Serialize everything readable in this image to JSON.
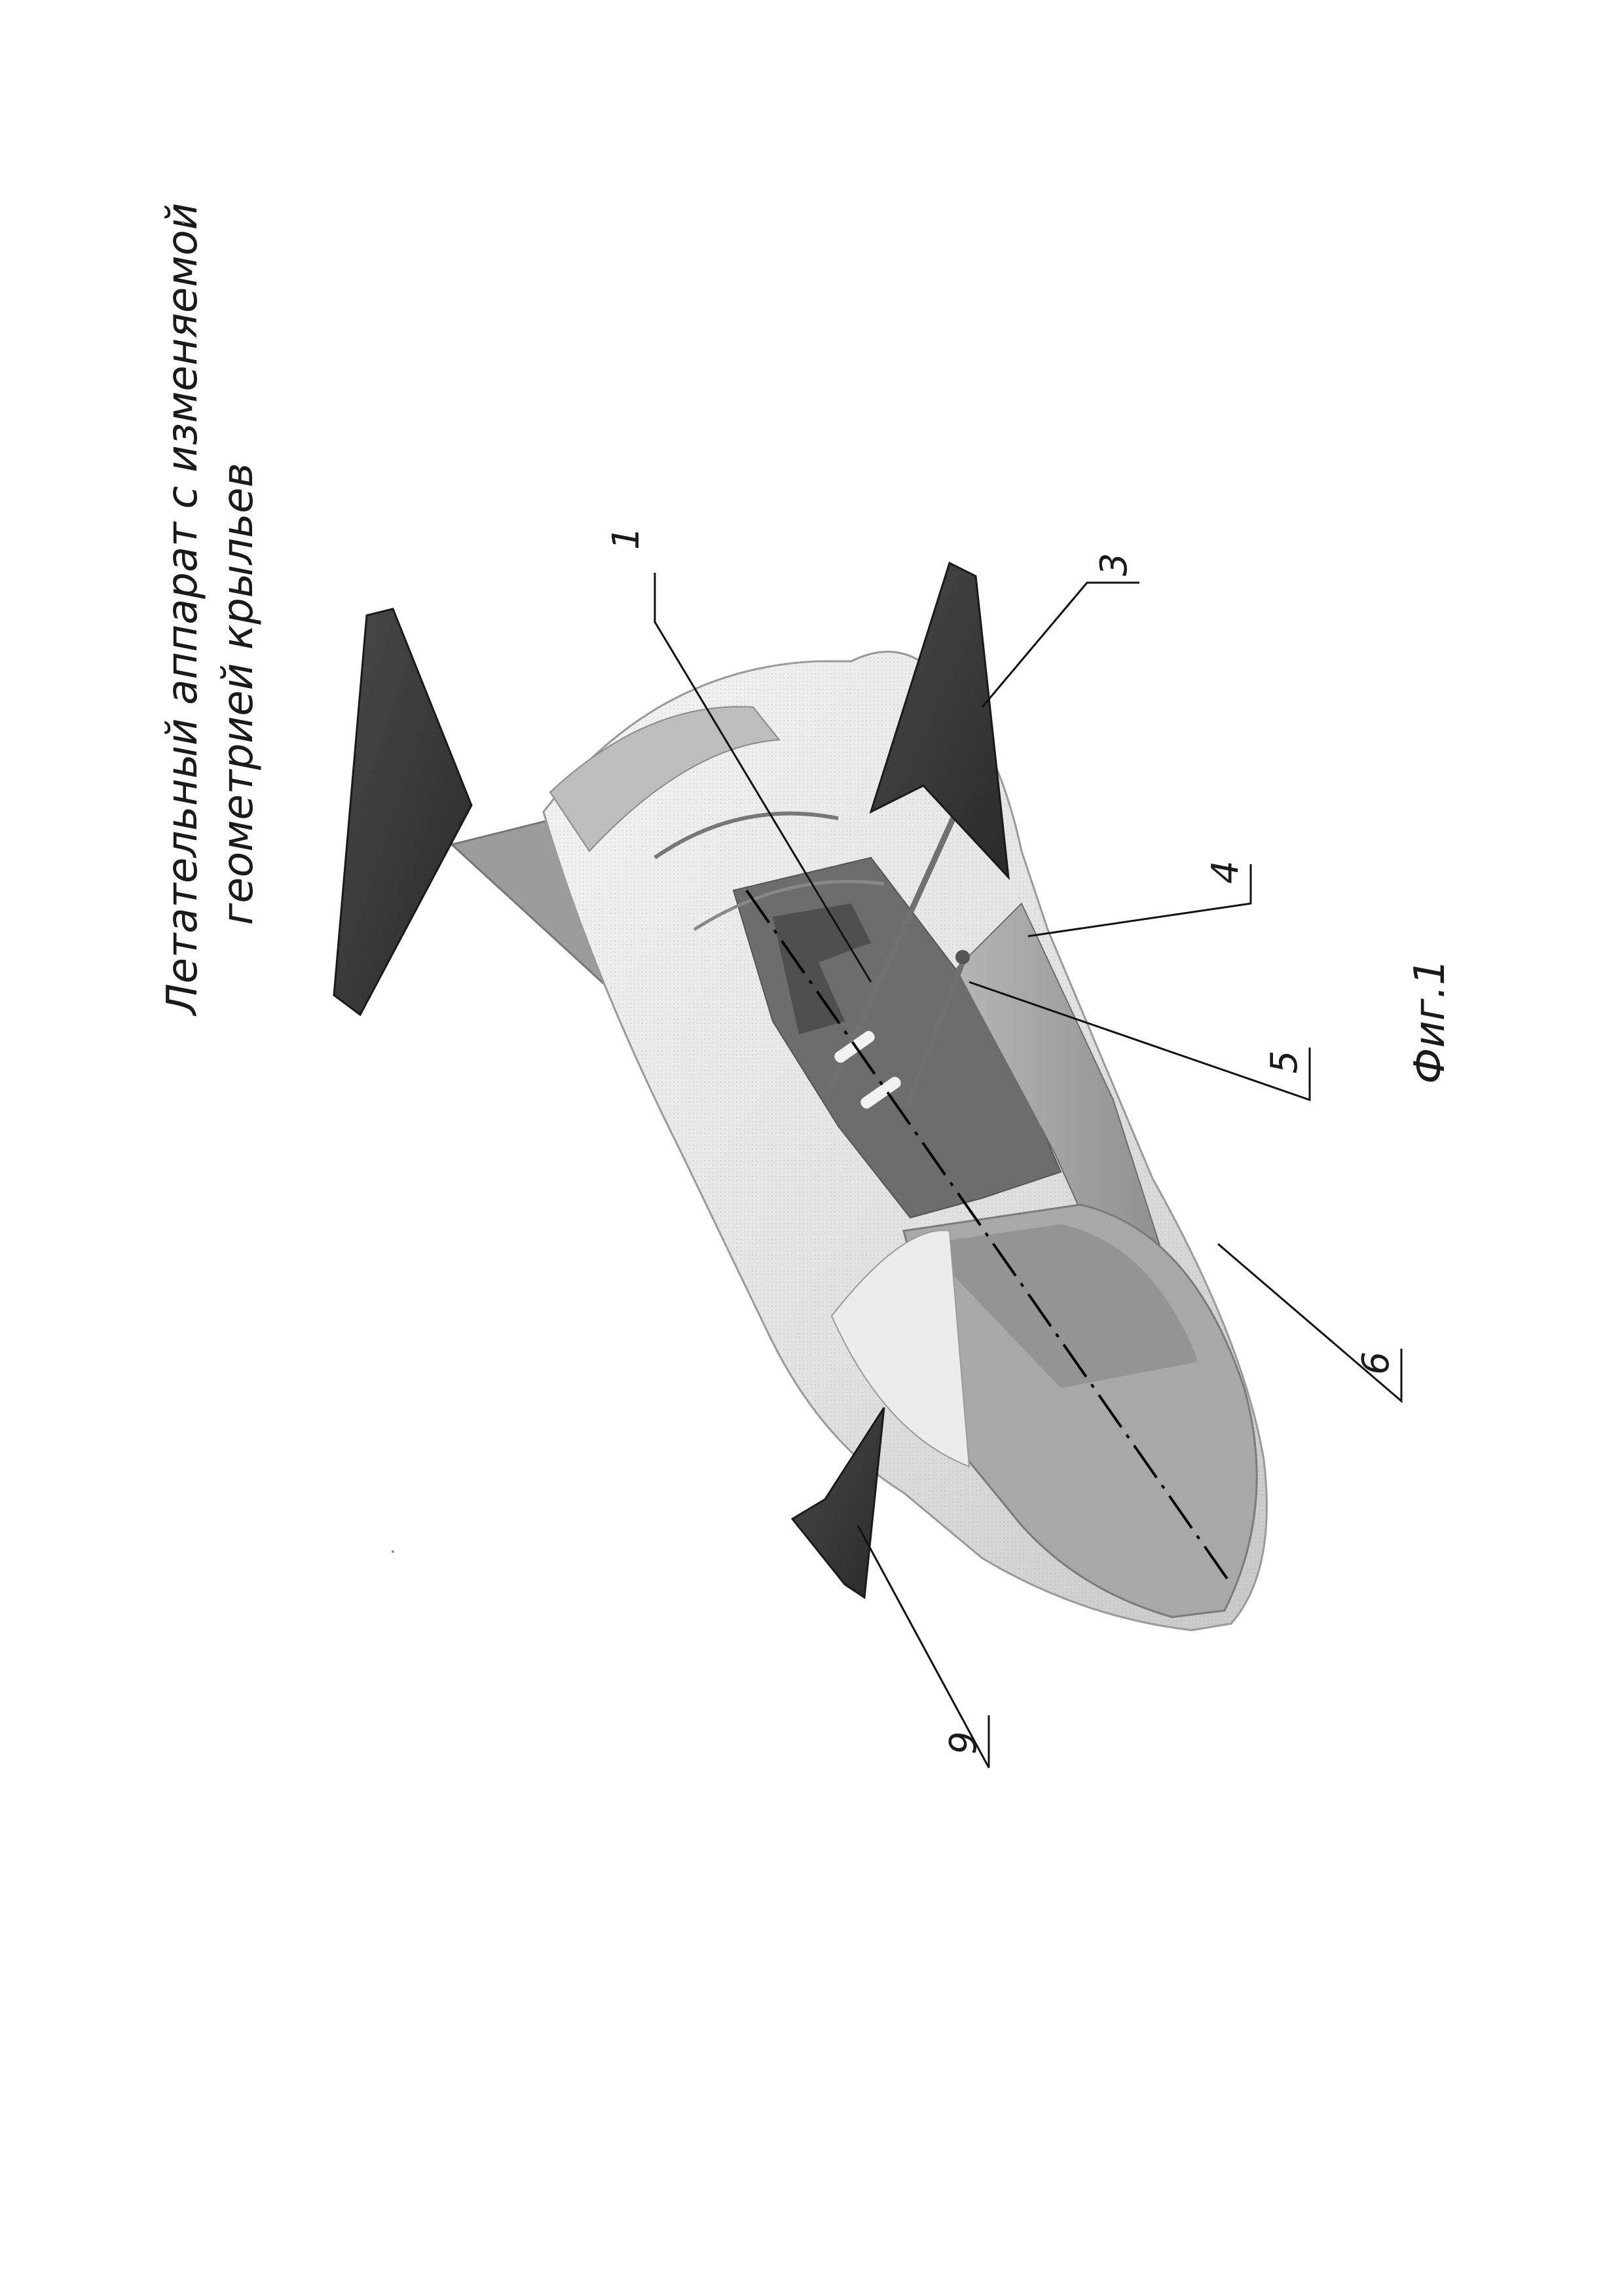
{
  "title": {
    "line1": "Летательный аппарат с изменяемой",
    "line2": "геометрией крыльев"
  },
  "figure_caption": "Фиг.1",
  "callouts": [
    "1",
    "3",
    "4",
    "5",
    "6",
    "9"
  ]
}
